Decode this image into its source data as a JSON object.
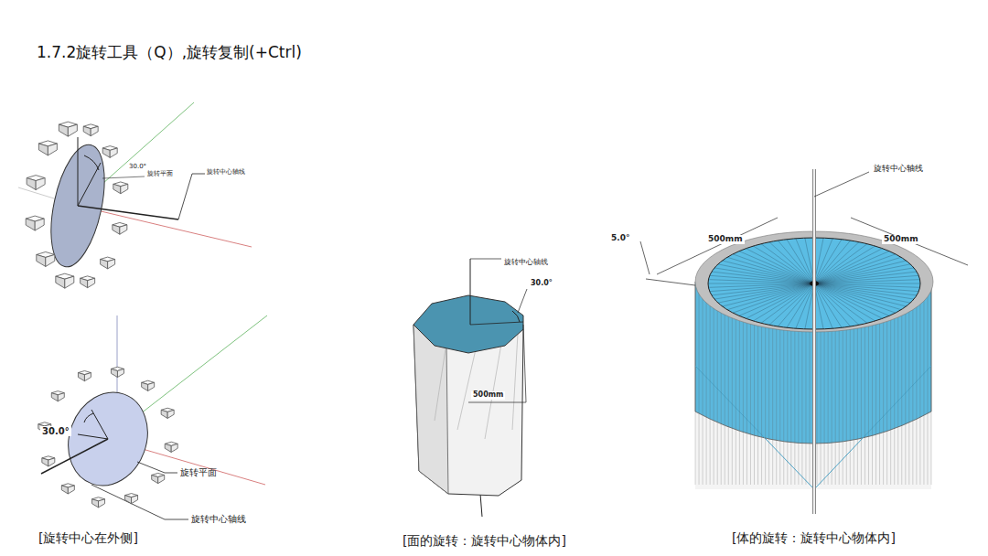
{
  "diagram": {
    "title": "1.7.2旋转工具（Q）,旋转复制(+Ctrl)",
    "labels": [
      "30.0°",
      "旋转平面",
      "旋转中心轴线",
      "30.0°",
      "旋转平面",
      "旋转中心轴线",
      "旋转中心轴线",
      "30.0°",
      "500mm",
      "旋转中心轴线",
      "5.0°",
      "500mm",
      "500mm",
      "[旋转中心在外侧]",
      "[面的旋转：旋转中心物体内]",
      "[体的旋转：旋转中心物体内]"
    ]
  }
}
